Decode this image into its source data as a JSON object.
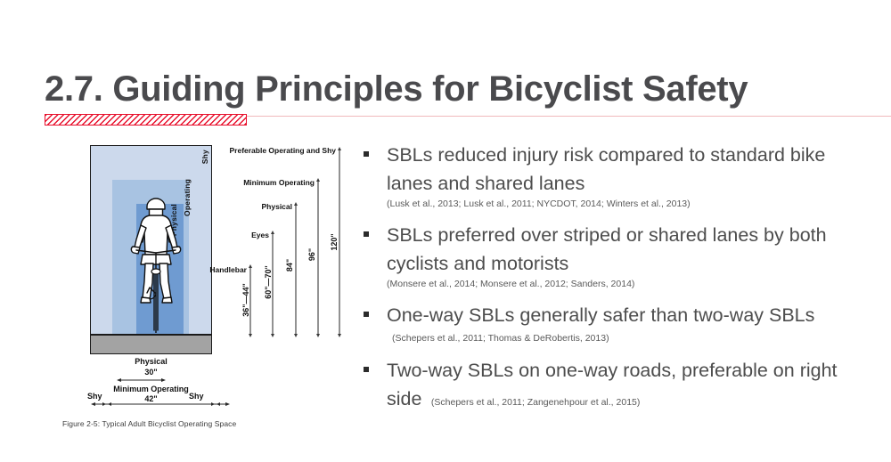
{
  "slide": {
    "title": "2.7. Guiding Principles for Bicyclist Safety"
  },
  "colors": {
    "title_text": "#4a4a4d",
    "accent_red": "#e8112d",
    "rule_line": "#f0b9bc",
    "body_text": "#4d4d4d",
    "space_outer_blue": "#ccd9ec",
    "space_middle_blue": "#a8c3e2",
    "space_inner_blue": "#6f9bd1",
    "ground_gray": "#a3a3a3"
  },
  "bullets": [
    {
      "text": "SBLs reduced injury risk compared to standard bike lanes and shared lanes",
      "citation": "(Lusk et al., 2013; Lusk et al., 2011; NYCDOT, 2014; Winters et al., 2013)",
      "citation_inline": false
    },
    {
      "text": "SBLs preferred over striped or shared lanes by both cyclists and motorists",
      "citation": "(Monsere et al., 2014; Monsere et al., 2012; Sanders, 2014)",
      "citation_inline": false
    },
    {
      "text": "One-way SBLs generally safer than two-way SBLs",
      "citation": "(Schepers et al., 2011; Thomas & DeRobertis, 2013)",
      "citation_inline": true
    },
    {
      "text": "Two-way SBLs on one-way roads, preferable on right side",
      "citation": "(Schepers et al., 2011; Zangenehpour et al., 2015)",
      "citation_inline": true
    }
  ],
  "figure": {
    "caption": "Figure 2-5: Typical Adult Bicyclist Operating Space",
    "vertical_labels": {
      "shy": "Shy",
      "operating": "Operating",
      "physical": "Physical"
    },
    "vertical_dimensions": [
      {
        "name": "Handlebar",
        "value": "36\"—44\""
      },
      {
        "name": "Eyes",
        "value": "60\"—70\""
      },
      {
        "name": "Physical",
        "value": "84\""
      },
      {
        "name": "Minimum Operating",
        "value": "96\""
      },
      {
        "name": "Preferable Operating and Shy",
        "value": "120\""
      }
    ],
    "horizontal_dimensions": {
      "physical_label": "Physical",
      "physical_value": "30\"",
      "min_operating_label": "Minimum Operating",
      "min_operating_value": "42\"",
      "shy_left": "Shy",
      "shy_right": "Shy"
    }
  }
}
